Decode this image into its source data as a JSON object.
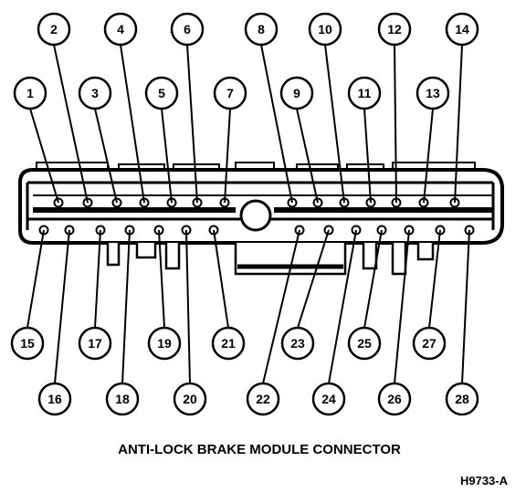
{
  "diagram": {
    "title": "ANTI-LOCK BRAKE MODULE CONNECTOR",
    "figure_code": "H9733-A",
    "top_callouts_upper": [
      "2",
      "4",
      "6",
      "8",
      "10",
      "12",
      "14"
    ],
    "top_callouts_lower": [
      "1",
      "3",
      "5",
      "7",
      "9",
      "11",
      "13"
    ],
    "bottom_callouts_upper": [
      "15",
      "17",
      "19",
      "21",
      "23",
      "25",
      "27"
    ],
    "bottom_callouts_lower": [
      "16",
      "18",
      "20",
      "22",
      "24",
      "26",
      "28"
    ]
  }
}
